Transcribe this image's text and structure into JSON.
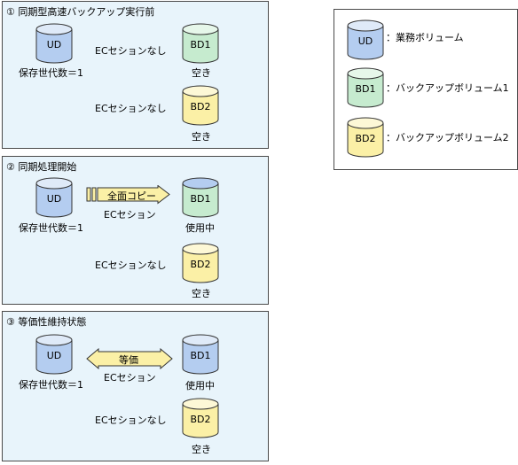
{
  "panels": [
    {
      "title": "① 同期型高速バックアップ実行前",
      "ud_label": "UD",
      "ud_caption": "保存世代数＝1",
      "bd1_label": "BD1",
      "bd1_session": "ECセションなし",
      "bd1_caption": "空き",
      "bd2_label": "BD2",
      "bd2_session": "ECセションなし",
      "bd2_caption": "空き"
    },
    {
      "title": "② 同期処理開始",
      "ud_label": "UD",
      "ud_caption": "保存世代数＝1",
      "arrow_label": "全面コピー",
      "bd1_session": "ECセション",
      "bd1_label": "BD1",
      "bd1_caption": "使用中",
      "bd2_label": "BD2",
      "bd2_session": "ECセションなし",
      "bd2_caption": "空き"
    },
    {
      "title": "③ 等価性維持状態",
      "ud_label": "UD",
      "ud_caption": "保存世代数＝1",
      "arrow_label": "等価",
      "bd1_session": "ECセション",
      "bd1_label": "BD1",
      "bd1_caption": "使用中",
      "bd2_label": "BD2",
      "bd2_session": "ECセションなし",
      "bd2_caption": "空き"
    }
  ],
  "legend": {
    "items": [
      {
        "label": "UD",
        "text": "：業務ボリューム",
        "color": "#b4cdf0"
      },
      {
        "label": "BD1",
        "text": "：バックアップボリューム1",
        "color": "#c6ebcf"
      },
      {
        "label": "BD2",
        "text": "：バックアップボリューム2",
        "color": "#fbf0a6"
      }
    ]
  },
  "colors": {
    "ud": "#b4cdf0",
    "bd1": "#c6ebcf",
    "bd2": "#fbf0a6",
    "panel_bg": "#e8f4fb",
    "arrow_fill": "#fbf0a6"
  },
  "icons": {
    "cylinder": "volume-cylinder-icon",
    "copy_arrow": "right-arrow-icon",
    "equal_arrow": "double-arrow-icon"
  }
}
